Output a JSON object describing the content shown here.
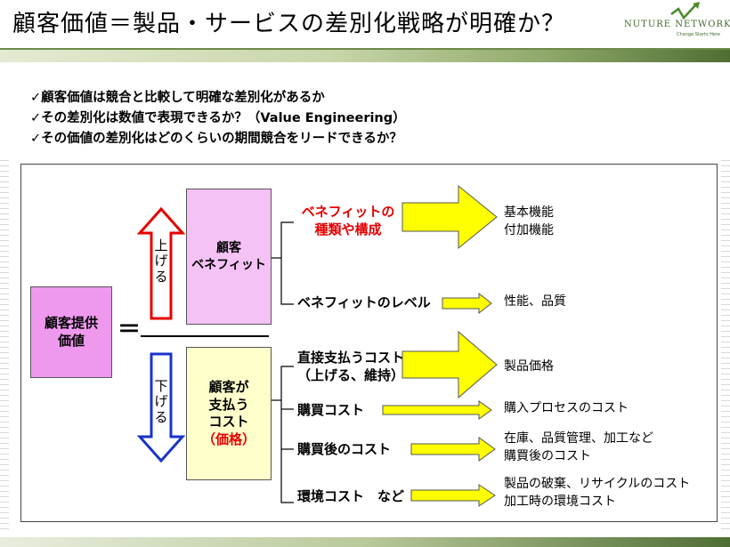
{
  "header": {
    "title": "顧客価値＝製品・サービスの差別化戦略が明確か？",
    "logo_word": "NUTURE NETWORKS",
    "logo_tag": "Change Starts Here"
  },
  "bullets": [
    "✓顧客価値は競合と比較して明確な差別化があるか",
    "✓その差別化は数値で表現できるか？（Value Engineering）",
    "✓その価値の差別化はどのくらいの期間競合をリードできるか？"
  ],
  "diagram": {
    "value_box": [
      "顧客提供",
      "価値"
    ],
    "equals": "＝",
    "benefit_box": [
      "顧客",
      "ベネフィット"
    ],
    "cost_box": [
      "顧客が",
      "支払う",
      "コスト"
    ],
    "cost_box_price": "（価格）",
    "raise_label": [
      "上",
      "げ",
      "る"
    ],
    "lower_label": [
      "下",
      "げ",
      "る"
    ],
    "benefit_items": [
      {
        "label": [
          "ベネフィットの",
          "種類や構成"
        ],
        "results": [
          "基本機能",
          "付加機能"
        ]
      },
      {
        "label": [
          "ベネフィットのレベル"
        ],
        "results": [
          "性能、品質"
        ]
      }
    ],
    "cost_items": [
      {
        "label": [
          "直接支払うコスト",
          "（上げる、維持）"
        ],
        "results": [
          "製品価格"
        ]
      },
      {
        "label": [
          "購買コスト"
        ],
        "results": [
          "購入プロセスのコスト"
        ]
      },
      {
        "label": [
          "購買後のコスト"
        ],
        "results": [
          "在庫、品質管理、加工など",
          "購買後のコスト"
        ]
      },
      {
        "label": [
          "環境コスト　など"
        ],
        "results": [
          "製品の破棄、リサイクルのコスト",
          "加工時の環境コスト"
        ]
      }
    ],
    "colors": {
      "value_box": "#ee99ee",
      "benefit_box": "#f5c2f5",
      "cost_box": "#ffffcc",
      "arrow_fill": "#ffff00",
      "up_arrow": "#e60000",
      "down_arrow": "#1a33cc",
      "highlight_text": "#e60000"
    }
  }
}
